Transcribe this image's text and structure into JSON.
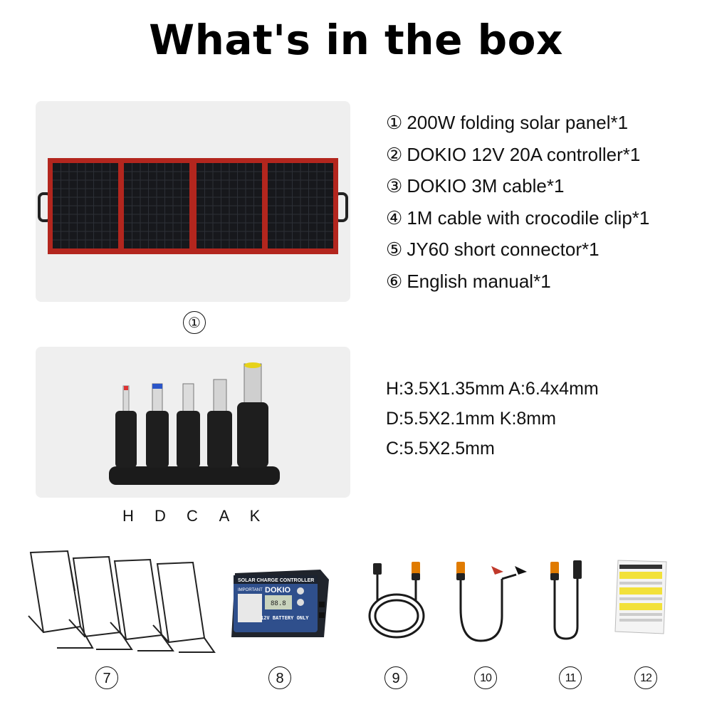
{
  "title": "What's in the box",
  "contents": [
    {
      "num": "①",
      "text": "200W folding solar panel*1"
    },
    {
      "num": "②",
      "text": "DOKIO 12V 20A controller*1"
    },
    {
      "num": "③",
      "text": "DOKIO 3M cable*1"
    },
    {
      "num": "④",
      "text": "1M cable with crocodile clip*1"
    },
    {
      "num": "⑤",
      "text": "JY60 short connector*1"
    },
    {
      "num": "⑥",
      "text": "English manual*1"
    }
  ],
  "panel_label": "①",
  "dimensions": [
    "H:3.5X1.35mm A:6.4x4mm",
    "D:5.5X2.1mm   K:8mm",
    "C:5.5X2.5mm"
  ],
  "adapter_letters": [
    "H",
    "D",
    "C",
    "A",
    "K"
  ],
  "bottom_labels": [
    "7",
    "8",
    "9",
    "10",
    "11",
    "12"
  ],
  "controller": {
    "brand": "DOKIO",
    "header": "SOLAR CHARGE CONTROLLER",
    "battery": "12V BATTERY ONLY",
    "important": "IMPORTANT"
  },
  "colors": {
    "panel_frame": "#b3261e",
    "panel_cells": "#17181c",
    "card_bg": "#efefef"
  }
}
